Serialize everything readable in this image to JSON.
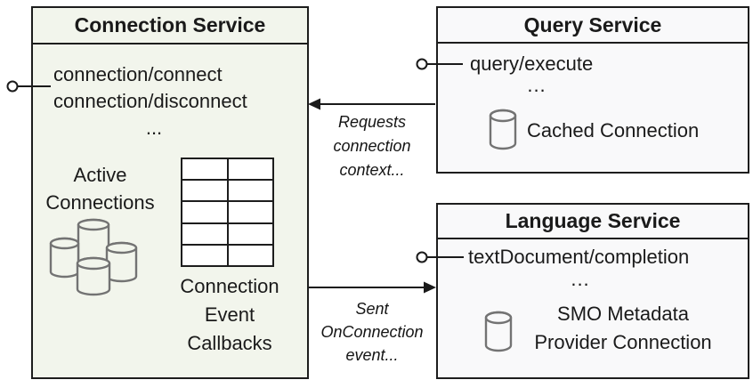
{
  "colors": {
    "connection_box_fill": "#f2f5ec",
    "service_box_fill": "#f9f9fa",
    "border": "#1d1d1d",
    "text": "#1a1a1a",
    "cylinder_stroke": "#737373"
  },
  "connection_service": {
    "title": "Connection Service",
    "methods": [
      "connection/connect",
      "connection/disconnect"
    ],
    "ellipsis": "...",
    "active_connections_lines": [
      "Active",
      "Connections"
    ],
    "callbacks_lines": [
      "Connection",
      "Event",
      "Callbacks"
    ]
  },
  "query_service": {
    "title": "Query Service",
    "methods": [
      "query/execute"
    ],
    "ellipsis": "...",
    "cache_label": "Cached Connection"
  },
  "language_service": {
    "title": "Language Service",
    "methods": [
      "textDocument/completion"
    ],
    "ellipsis": "...",
    "smo_lines": [
      "SMO Metadata",
      "Provider Connection"
    ]
  },
  "annotations": {
    "requests_lines": [
      "Requests",
      "connection",
      "context..."
    ],
    "sent_lines": [
      "Sent",
      "OnConnection",
      "event..."
    ]
  }
}
